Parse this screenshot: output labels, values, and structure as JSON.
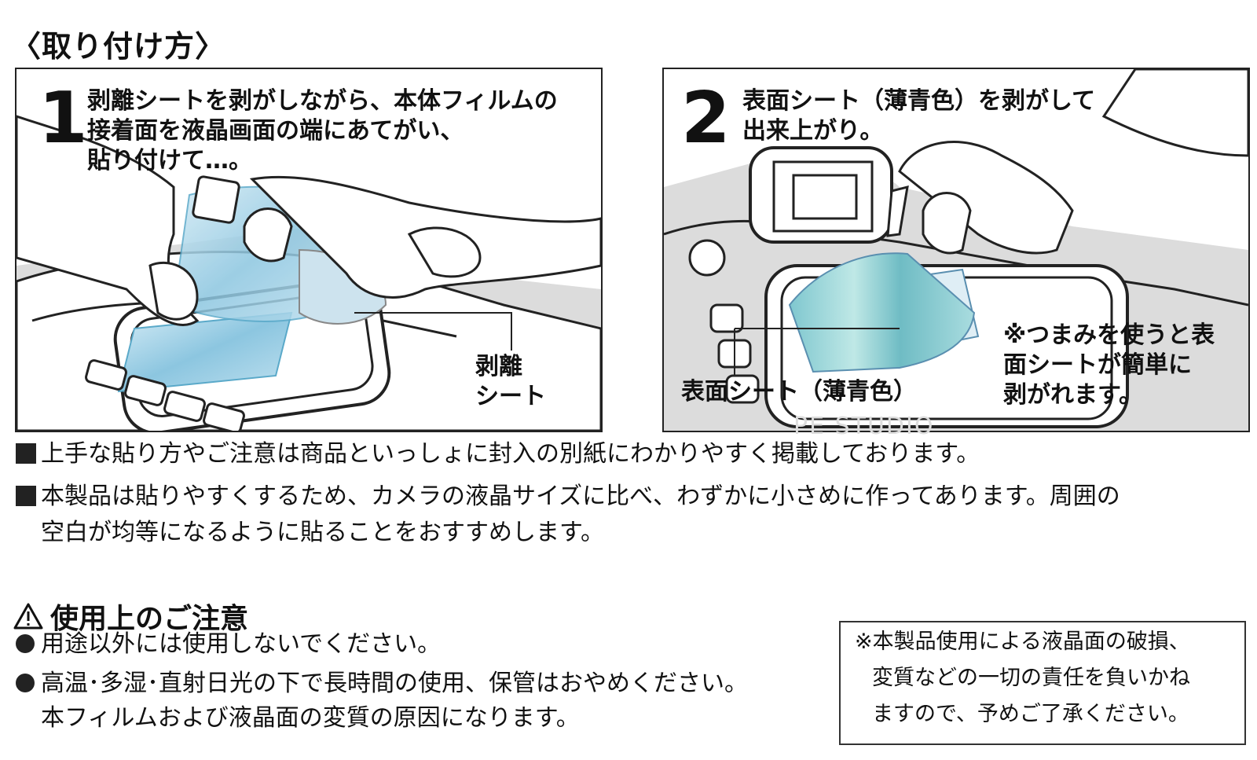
{
  "title": "〈取り付け方〉",
  "step1": {
    "number": "1",
    "text": "剥離シートを剥がしながら、本体フィルムの\n接着面を液晶画面の端にあてがい、\n貼り付けて…。",
    "callout": "剥離\nシート"
  },
  "step2": {
    "number": "2",
    "text": "表面シート（薄青色）を剥がして\n出来上がり。",
    "callout_label": "表面シート（薄青色）",
    "tip": "※つまみを使うと表\n面シートが簡単に\n剥がれます。"
  },
  "watermark": "PE STUDIO",
  "notes": [
    "上手な貼り方やご注意は商品といっしょに封入の別紙にわかりやすく掲載しております。",
    "本製品は貼りやすくするため、カメラの液晶サイズに比べ、わずかに小さめに作ってあります。周囲の",
    "空白が均等になるように貼ることをおすすめします。"
  ],
  "caution": {
    "title": "使用上のご注意",
    "items": [
      "用途以外には使用しないでください。",
      "高温･多湿･直射日光の下で長時間の使用、保管はおやめください。",
      "本フィルムおよび液晶面の変質の原因になります。"
    ]
  },
  "warning_box": [
    "※本製品使用による液晶面の破損、",
    "変質などの一切の責任を負いかね",
    "ますので、予めご了承ください。"
  ],
  "colors": {
    "film": "#9fd0e6",
    "film_dark": "#5aa9c9",
    "border": "#222222",
    "gray": "#dcdcdc"
  }
}
